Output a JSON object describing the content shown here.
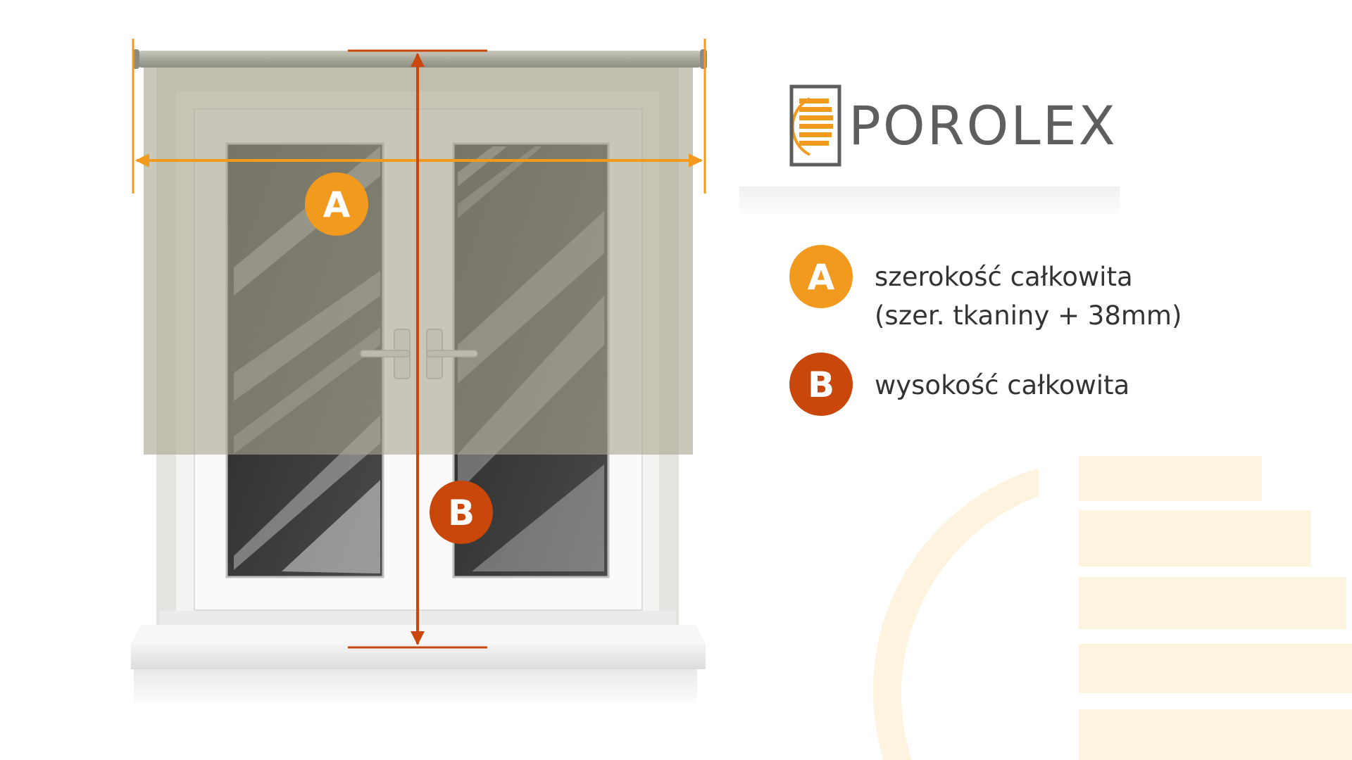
{
  "brand": {
    "name": "POROLEX",
    "logo_icon": "window-sun-logo-icon"
  },
  "markers": {
    "a_letter": "A",
    "b_letter": "B"
  },
  "legend": [
    {
      "letter": "A",
      "line1": "szerokość całkowita",
      "line2": "(szer. tkaniny + 38mm)",
      "color": "#F29A1E"
    },
    {
      "letter": "B",
      "line1": "wysokość całkowita",
      "color": "#C9470B"
    }
  ],
  "colors": {
    "orange": "#F29A1E",
    "dark_orange": "#C9470B",
    "cream": "#FEF3DF",
    "logo_gray": "#5E5E5E"
  }
}
